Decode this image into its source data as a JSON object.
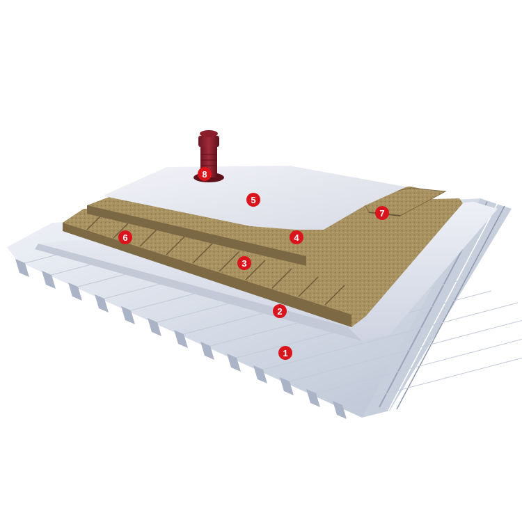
{
  "diagram": {
    "markers": [
      {
        "id": "m1",
        "label": "1",
        "layer": "profiled-steel-deck"
      },
      {
        "id": "m2",
        "label": "2",
        "layer": "vapor-barrier-membrane"
      },
      {
        "id": "m3",
        "label": "3",
        "layer": "lower-insulation-board"
      },
      {
        "id": "m4",
        "label": "4",
        "layer": "upper-insulation-board"
      },
      {
        "id": "m5",
        "label": "5",
        "layer": "waterproofing-membrane"
      },
      {
        "id": "m6",
        "label": "6",
        "layer": "insulation-slab-edge"
      },
      {
        "id": "m7",
        "label": "7",
        "layer": "slope-wedge-insulation"
      },
      {
        "id": "m8",
        "label": "8",
        "layer": "roof-aerator"
      }
    ],
    "colors": {
      "marker": "#d9141c",
      "deck_light": "#e6ebf3",
      "deck_dark": "#a9b3c6",
      "membrane": "#dfe2ec",
      "insulation": "#a99468",
      "insulation_dark": "#7d6a45",
      "aerator": "#8a1e2a"
    }
  }
}
